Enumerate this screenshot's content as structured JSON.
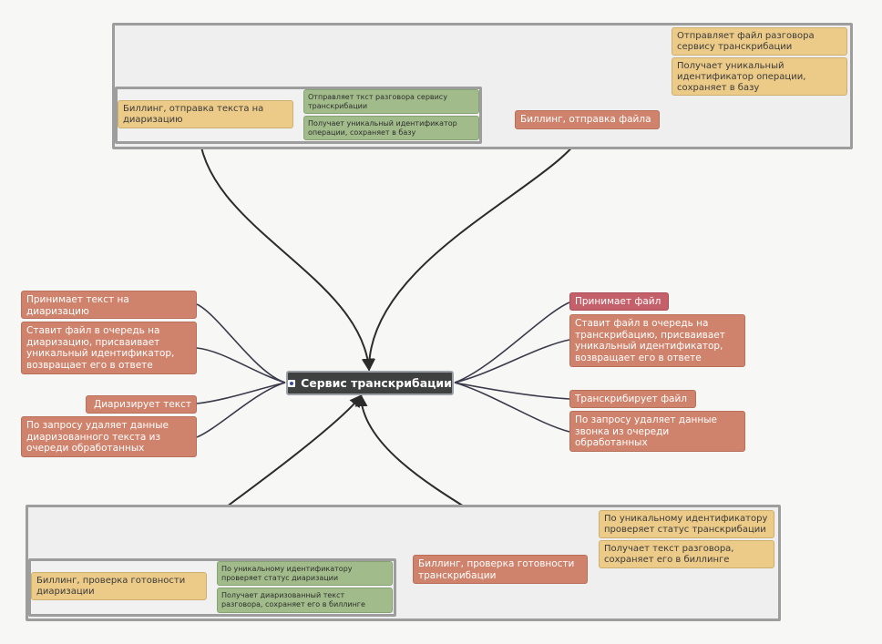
{
  "center": {
    "label": "Сервис транскрибации",
    "icon": "mindmap-icon"
  },
  "top_group": {
    "billing_text": {
      "label": "Биллинг, отправка текста на диаризацию",
      "steps": [
        "Отправляет ткст разговора сервису транскрибации",
        "Получает уникальный идентификатор операции, сохраняет в базу"
      ]
    },
    "billing_file": {
      "label": "Биллинг, отправка файла",
      "steps": [
        "Отправляет файл разговора сервису транскрибации",
        "Получает уникальный идентификатор операции, сохраняет в базу"
      ]
    }
  },
  "left_nodes": [
    "Принимает текст на диаризацию",
    "Ставит файл в очередь на диаризацию, присваивает уникальный идентификатор, возвращает его в ответе",
    "Диаризирует текст",
    "По запросу удаляет данные диаризованного текста из очереди обработанных"
  ],
  "right_nodes": [
    "Принимает файл",
    "Ставит файл в очередь на транскрибацию, присваивает уникальный идентификатор, возвращает его в ответе",
    "Транскрибирует файл",
    "По запросу удаляет данные звонка из очереди обработанных"
  ],
  "bottom_group": {
    "billing_diar_check": {
      "label": "Биллинг, проверка готовности диаризации",
      "steps": [
        "По уникальному идентификатору проверяет статус диаризации",
        "Получает диаризованный текст разговора, сохраняет его в биллинге"
      ]
    },
    "billing_trans_check": {
      "label": "Биллинг, проверка готовности транскрибации",
      "steps": [
        "По уникальному идентификатору проверяет статус транскрибации",
        "Получает текст разговора, сохраняет его в биллинге"
      ]
    }
  },
  "colors": {
    "center": "#3f4140",
    "red_node": "#cf836c",
    "pink_node": "#c4606a",
    "yellow_node": "#ecca87",
    "green_node": "#a1bc8a",
    "connector": "#2b2b2b",
    "group_border": "#9d9d9d"
  }
}
